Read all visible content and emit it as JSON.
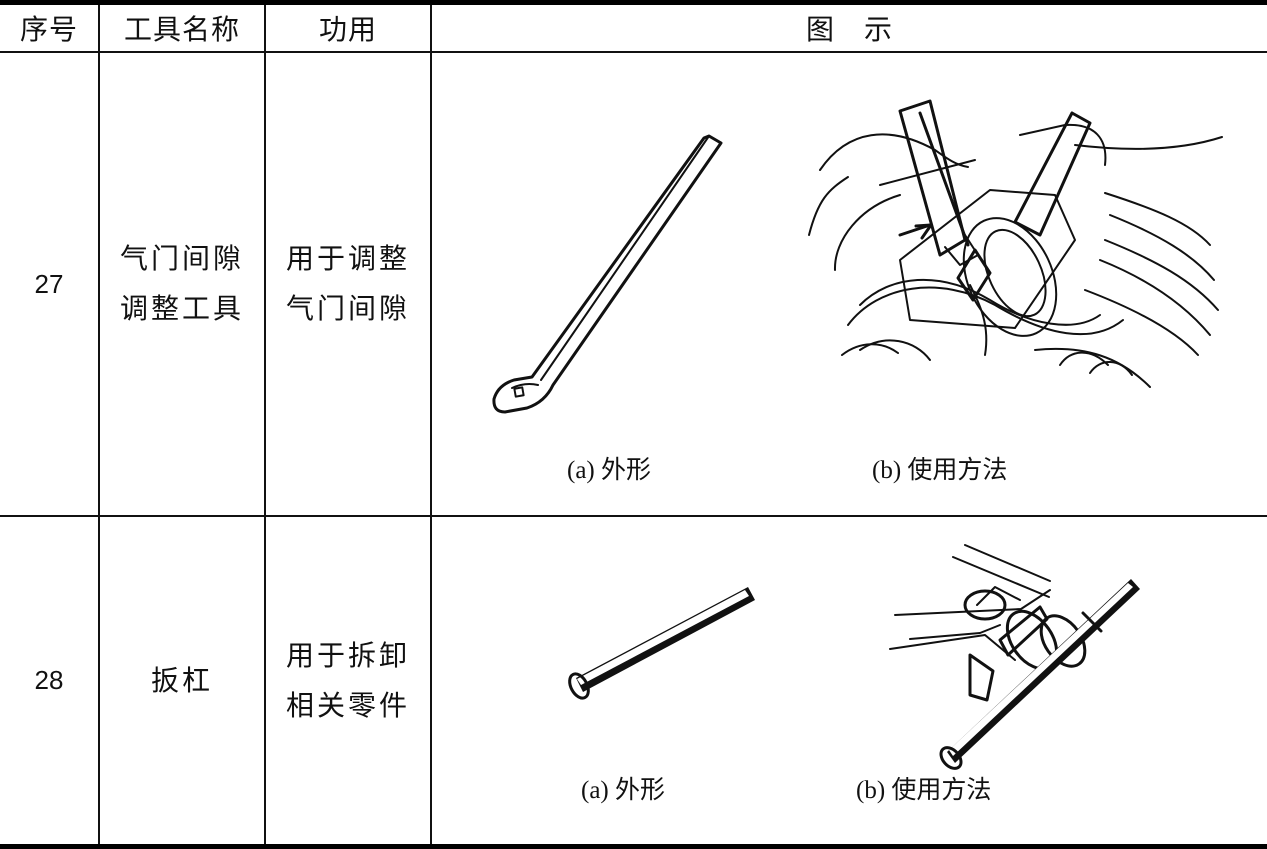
{
  "headers": {
    "index": "序号",
    "tool_name": "工具名称",
    "function": "功用",
    "illustration": "图　示"
  },
  "rows": [
    {
      "index": "27",
      "tool_name_line1": "气门间隙",
      "tool_name_line2": "调整工具",
      "function_line1": "用于调整",
      "function_line2": "气门间隙",
      "caption_a": "(a) 外形",
      "caption_b": "(b) 使用方法"
    },
    {
      "index": "28",
      "tool_name_line1": "扳杠",
      "function_line1": "用于拆卸",
      "function_line2": "相关零件",
      "caption_a": "(a) 外形",
      "caption_b": "(b) 使用方法"
    }
  ]
}
